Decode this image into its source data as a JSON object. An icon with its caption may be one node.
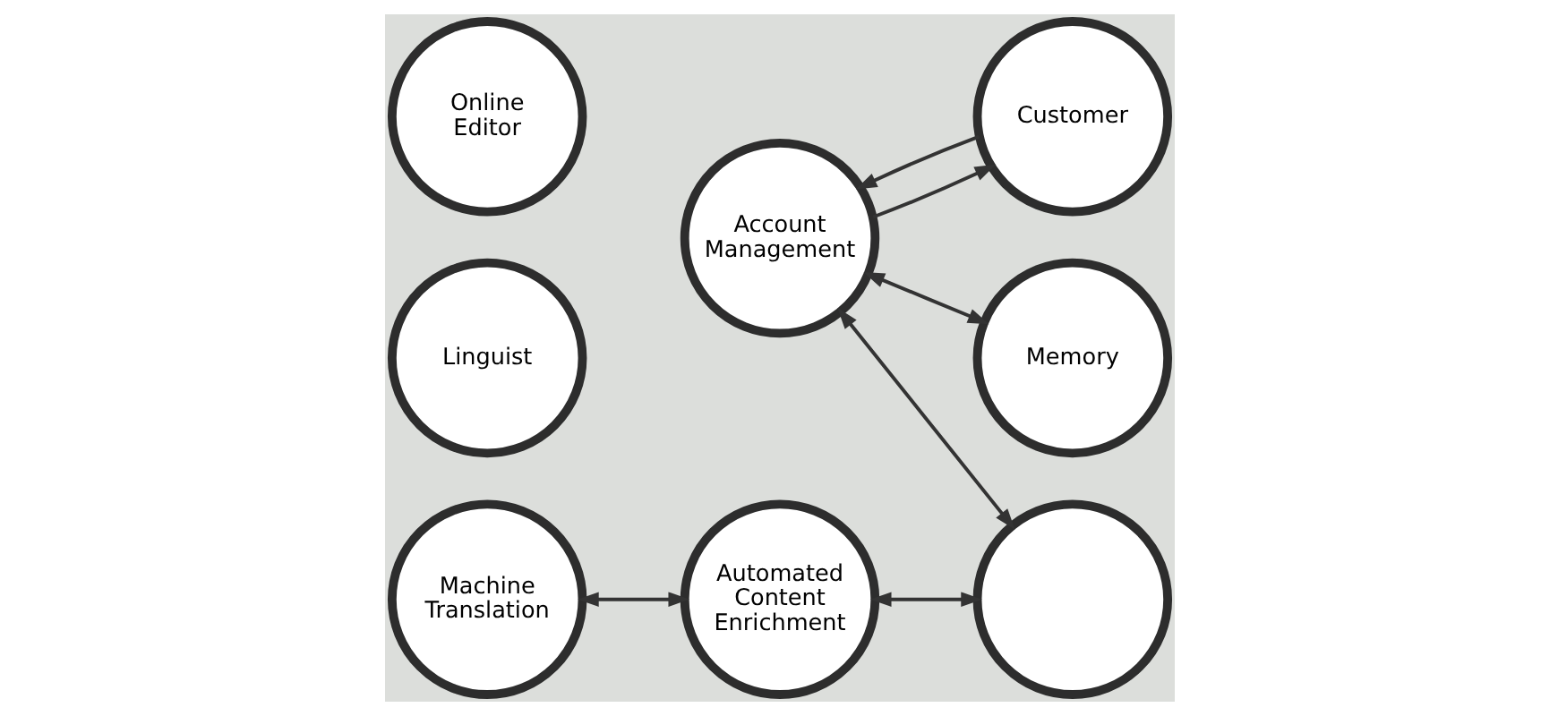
{
  "diagram": {
    "nodes": [
      {
        "text": [
          "Memory"
        ]
      },
      {
        "text": [
          "Machine Translation"
        ]
      },
      {
        "text": [
          "Linguist"
        ]
      },
      {
        "text": [
          "Customer"
        ]
      },
      {
        "text": [
          "Account Management"
        ]
      },
      {
        "text": [
          "Online Editor"
        ]
      },
      {
        "text": [
          "Automated Content Enrichment"
        ]
      },
      {
        "text": [],
        "shape": "circle"
      }
    ],
    "edges": [
      {
        "from": 3,
        "to": 4,
        "arrow": "to"
      },
      {
        "from": 4,
        "to": 3,
        "arrow": "to"
      },
      {
        "from": 4,
        "to": 0,
        "arrow": "both"
      },
      {
        "from": 1,
        "to": 6,
        "arrow": "both"
      },
      {
        "from": 4,
        "to": 7,
        "arrow": "both"
      },
      {
        "from": 6,
        "to": 7,
        "arrow": "both"
      }
    ]
  }
}
